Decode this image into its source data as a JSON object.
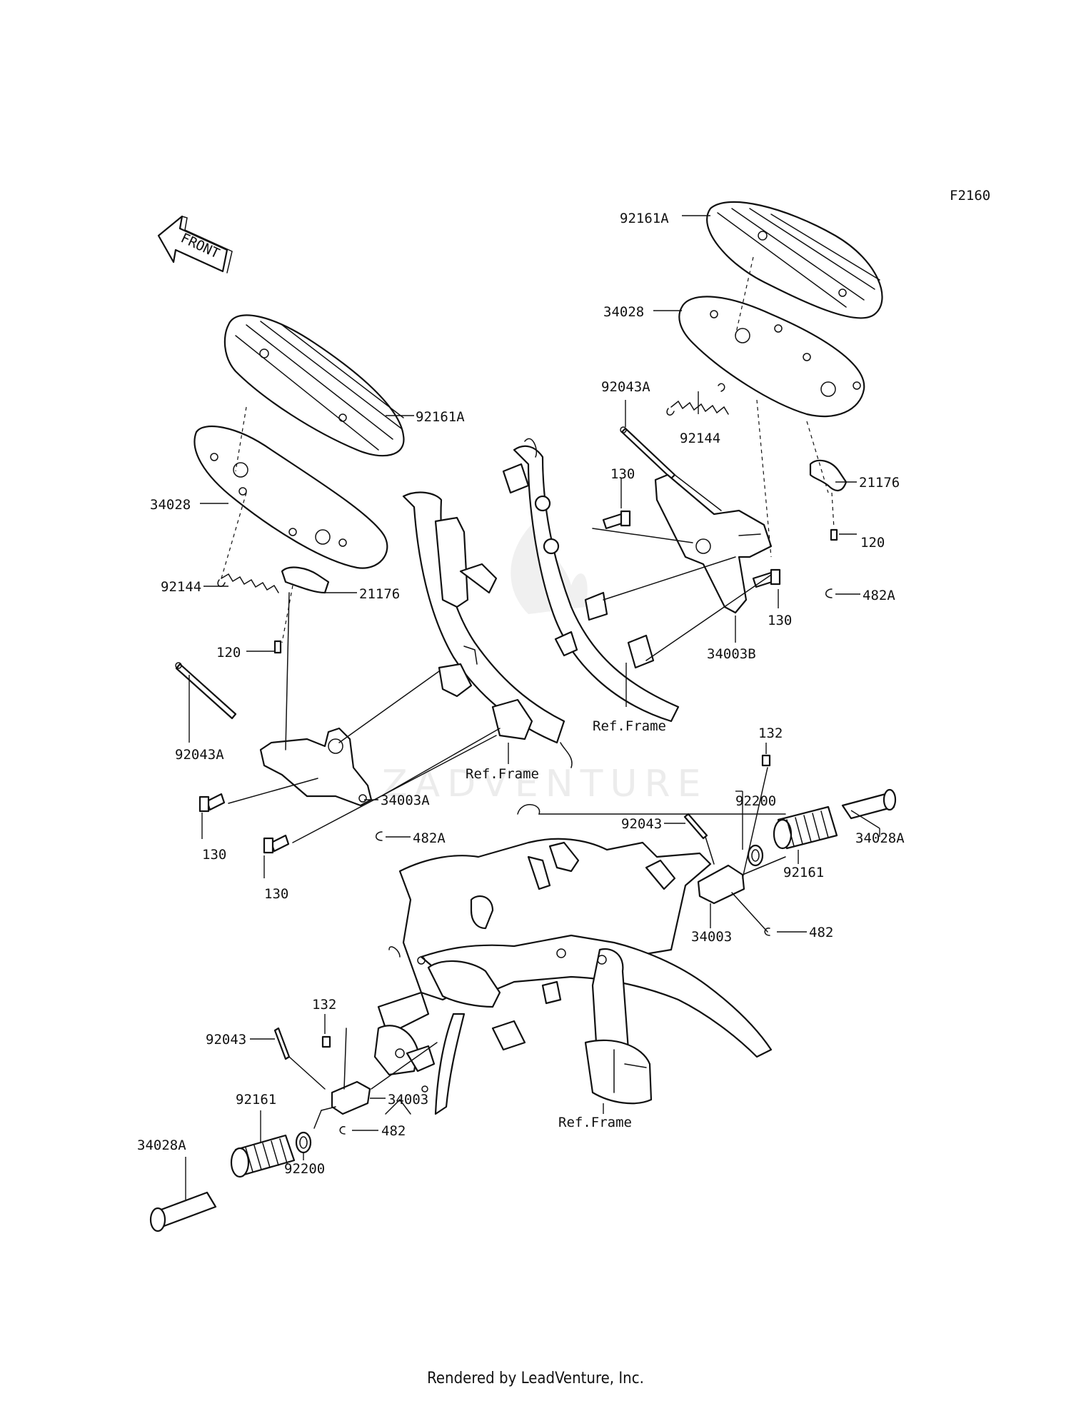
{
  "diagram": {
    "code": "F2160",
    "front_label": "FRONT",
    "watermark": "ZADVENTURE",
    "footer": "Rendered by LeadVenture, Inc.",
    "labels": {
      "p92161A_right": "92161A",
      "p34028_right": "34028",
      "p92043A_right": "92043A",
      "p92144_right": "92144",
      "p21176_right": "21176",
      "p130_right_top": "130",
      "p120_right": "120",
      "p482A_right": "482A",
      "p130_right_bottom": "130",
      "p34003B": "34003B",
      "ref_frame_1": "Ref.Frame",
      "p92161A_left": "92161A",
      "p34028_left": "34028",
      "p92144_left": "92144",
      "p21176_left": "21176",
      "p120_left": "120",
      "p92043A_left": "92043A",
      "ref_frame_2": "Ref.Frame",
      "p34003A": "34003A",
      "p482A_left": "482A",
      "p130_left_top": "130",
      "p130_left_bottom": "130",
      "p132_right": "132",
      "p92200_right": "92200",
      "p92043_right": "92043",
      "p34028A_right": "34028A",
      "p92161_right": "92161",
      "p34003_right": "34003",
      "p482_right": "482",
      "p132_left": "132",
      "p92043_left": "92043",
      "p34003_left": "34003",
      "p92161_left": "92161",
      "p482_left": "482",
      "p34028A_left": "34028A",
      "p92200_left": "92200",
      "ref_frame_3": "Ref.Frame"
    }
  }
}
